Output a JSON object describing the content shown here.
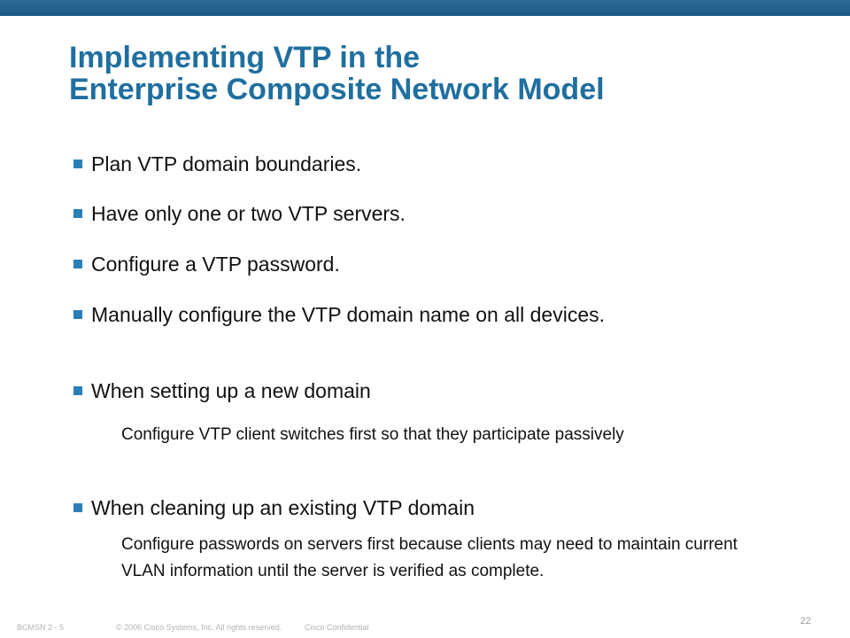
{
  "slide": {
    "title_line1": "Implementing VTP in the",
    "title_line2": "Enterprise Composite Network Model",
    "bullets": [
      {
        "text": "Plan VTP domain boundaries."
      },
      {
        "text": "Have only one or two VTP servers."
      },
      {
        "text": "Configure a VTP password."
      },
      {
        "text": "Manually configure the VTP domain name on all devices."
      },
      {
        "text": "When setting up a new domain",
        "sub": "Configure VTP client switches first so that they participate passively"
      },
      {
        "text": "When cleaning up an existing VTP domain",
        "sub": "Configure passwords on servers first because clients may need to maintain current VLAN information until the server is verified as complete."
      }
    ]
  },
  "footer": {
    "course": "BCMSN 2 - 5",
    "copyright": "© 2006 Cisco Systems, Inc. All rights reserved.",
    "confidential": "Cisco Confidential",
    "page_number": "22"
  },
  "colors": {
    "topbar": "#1d5b86",
    "title": "#1f6f9f",
    "bullet_square": "#2b7fb8"
  }
}
